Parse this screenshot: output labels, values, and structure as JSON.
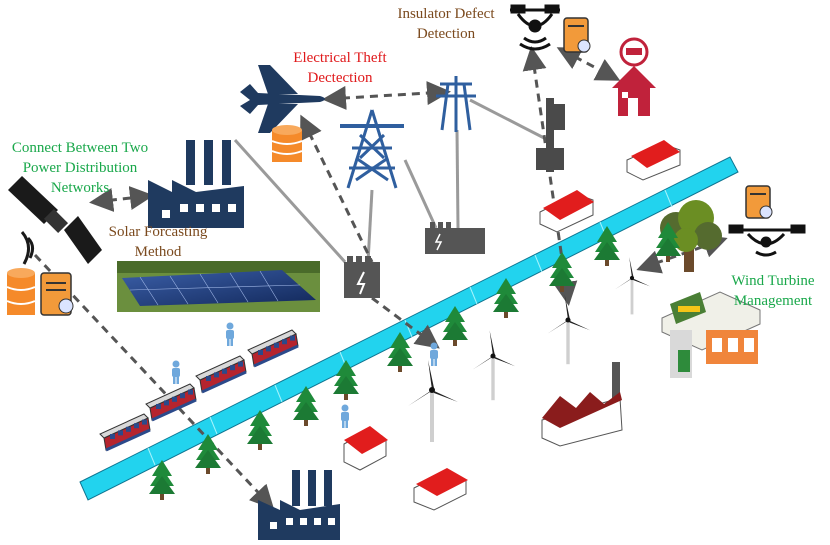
{
  "labels": {
    "insulator": [
      "Insulator Defect",
      "Detection"
    ],
    "theft": [
      "Electrical Theft",
      "Dectection"
    ],
    "connect": [
      "Connect Between Two",
      "Power Distribution",
      "Networks"
    ],
    "solar": [
      "Solar Forcasting",
      "Method"
    ],
    "wind": [
      "Wind Turbine",
      "Management"
    ]
  },
  "colors": {
    "insulator_text": "#7b4a1e",
    "theft_text": "#e0191b",
    "connect_text": "#1aa84b",
    "solar_text": "#7b4a1e",
    "wind_text": "#1aa84b",
    "navy": "#1f3a5f",
    "steel": "#2f5f9f",
    "canal": "#22d3ee",
    "tree": "#1f8a3a",
    "roof_red": "#e11d1d",
    "database": "#f58a2a",
    "house": "#c0223b",
    "arrow": "#555555",
    "wire": "#9a9a9a"
  },
  "icons": [
    "airplane-icon",
    "drone-icon",
    "satellite-icon",
    "factory-icon",
    "transmission-tower-icon",
    "utility-pole-icon",
    "transformer-icon",
    "house-icon",
    "wind-turbine-icon",
    "tree-icon",
    "train-icon",
    "solar-panel-icon",
    "database-icon",
    "server-icon",
    "person-icon",
    "gas-station-icon"
  ]
}
